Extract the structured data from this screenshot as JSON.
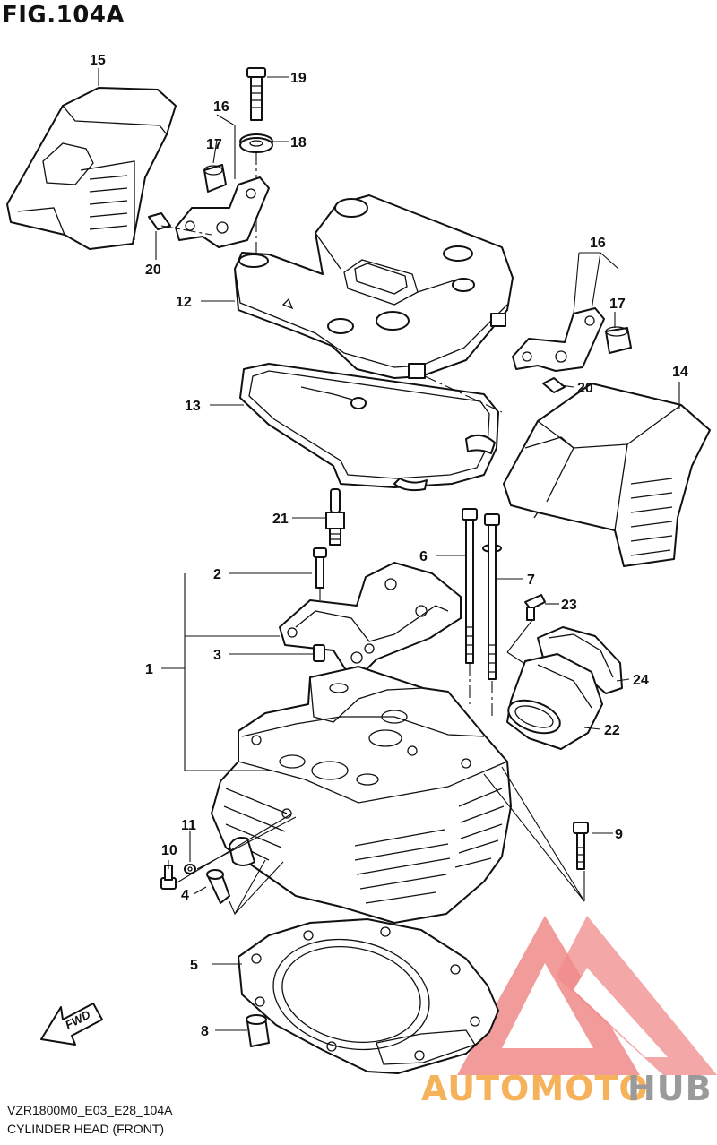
{
  "figure": {
    "title": "FIG.104A",
    "code": "VZR1800M0_E03_E28_104A",
    "caption": "CYLINDER HEAD (FRONT)",
    "direction_label": "FWD"
  },
  "callouts": [
    "1",
    "2",
    "3",
    "4",
    "5",
    "6",
    "7",
    "8",
    "9",
    "10",
    "11",
    "12",
    "13",
    "14",
    "15",
    "16",
    "17",
    "18",
    "19",
    "20",
    "21",
    "22",
    "23",
    "24"
  ],
  "watermark": {
    "brand_part1": "AUTOMOTO",
    "brand_part2": "HUB",
    "colors": {
      "primary": "#f08a8a",
      "part1": "#f5b25a",
      "part2": "#9a9a9a"
    }
  }
}
